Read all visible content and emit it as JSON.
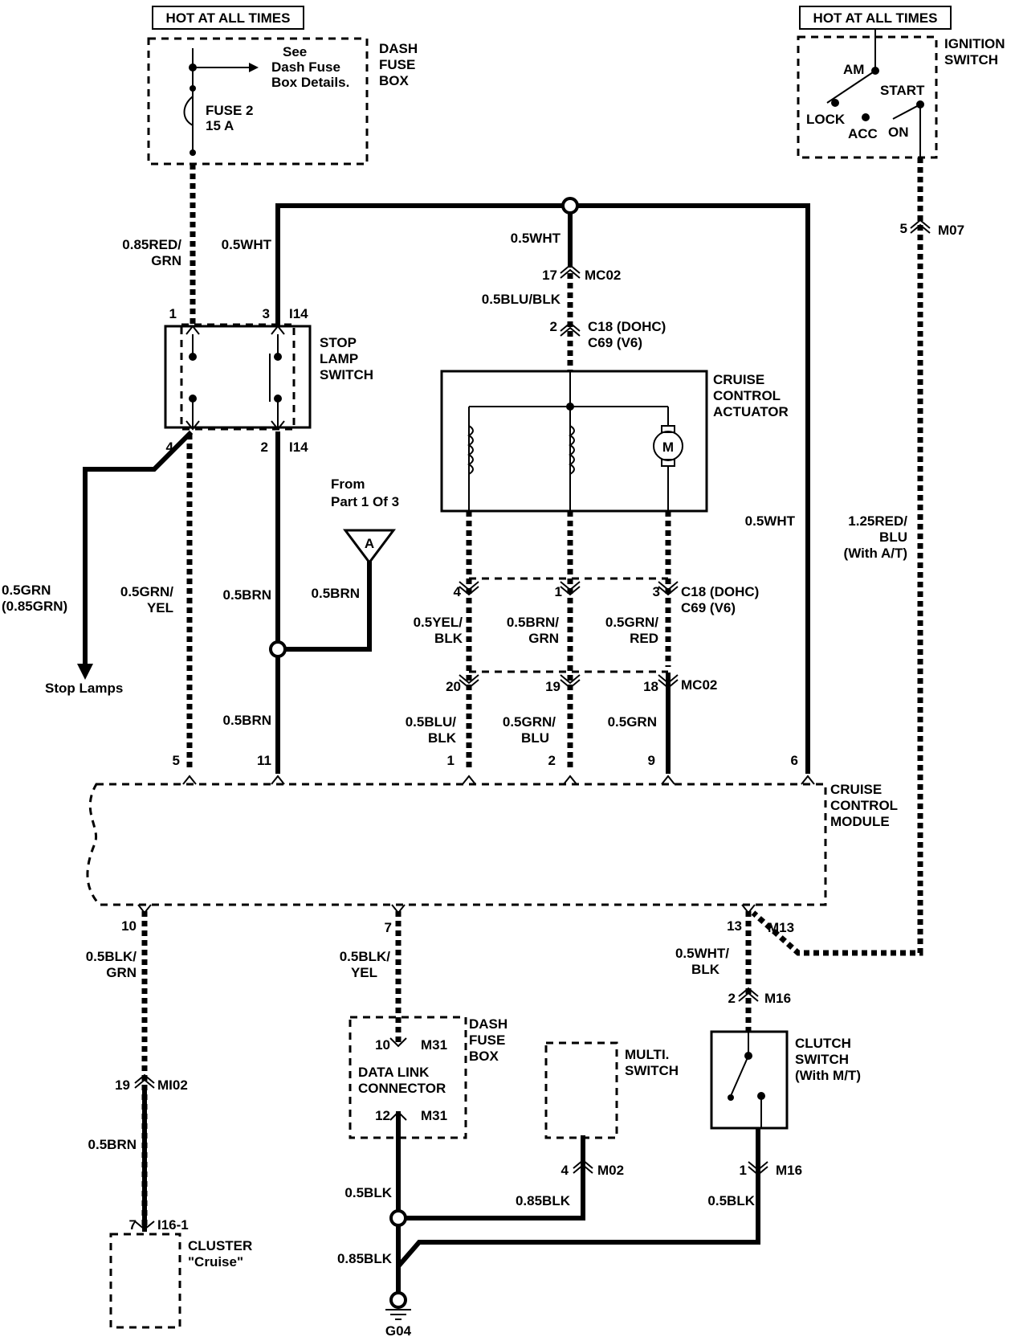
{
  "labels": {
    "hot_left": "HOT AT ALL TIMES",
    "hot_right": "HOT AT ALL TIMES",
    "see1": "See",
    "see2": "Dash Fuse",
    "see3": "Box Details.",
    "fuse_name": "FUSE 2",
    "fuse_amp": "15 A",
    "dashfuse1": "DASH",
    "dashfuse2": "FUSE",
    "dashfuse3": "BOX",
    "ign1": "IGNITION",
    "ign2": "SWITCH",
    "ign_am": "AM",
    "ign_start": "START",
    "ign_lock": "LOCK",
    "ign_acc": "ACC",
    "ign_on": "ON",
    "w_085redgrn1": "0.85RED/",
    "w_085redgrn2": "GRN",
    "w_05wht_a": "0.5WHT",
    "w_05wht_b": "0.5WHT",
    "w_05wht_c": "0.5WHT",
    "pin_1_i14": "1",
    "pin_3_i14": "3",
    "conn_i14_top": "I14",
    "stop1": "STOP",
    "stop2": "LAMP",
    "stop3": "SWITCH",
    "pin_4_i14": "4",
    "pin_2_i14": "2",
    "conn_i14_bot": "I14",
    "pin_17": "17",
    "conn_mc02_top": "MC02",
    "w_05blublk": "0.5BLU/BLK",
    "pin_2_c18": "2",
    "c18_top1": "C18 (DOHC)",
    "c18_top2": "C69 (V6)",
    "act1": "CRUISE",
    "act2": "CONTROL",
    "act3": "ACTUATOR",
    "motor": "M",
    "pin_5_m07": "5",
    "conn_m07": "M07",
    "w_125redblu1": "1.25RED/",
    "w_125redblu2": "BLU",
    "w_125redblu3": "(With A/T)",
    "from1": "From",
    "from2": "Part 1 Of 3",
    "tri_a": "A",
    "w_05grn1": "0.5GRN",
    "w_05grn2": "(0.85GRN)",
    "stop_lamps": "Stop Lamps",
    "w_05grnyel1": "0.5GRN/",
    "w_05grnyel2": "YEL",
    "w_05brn_a": "0.5BRN",
    "w_05brn_b": "0.5BRN",
    "w_05brn_c": "0.5BRN",
    "pin_4": "4",
    "pin_1": "1",
    "pin_3": "3",
    "c18_mid1": "C18 (DOHC)",
    "c18_mid2": "C69 (V6)",
    "w_05yelblk1": "0.5YEL/",
    "w_05yelblk2": "BLK",
    "w_05brngrn1": "0.5BRN/",
    "w_05brngrn2": "GRN",
    "w_05grnred1": "0.5GRN/",
    "w_05grnred2": "RED",
    "pin_20": "20",
    "pin_19": "19",
    "pin_18": "18",
    "conn_mc02_mid": "MC02",
    "w_05blublk_b1": "0.5BLU/",
    "w_05blublk_b2": "BLK",
    "w_05grnblu1": "0.5GRN/",
    "w_05grnblu2": "BLU",
    "w_05grn_b": "0.5GRN",
    "m_pin5": "5",
    "m_pin11": "11",
    "m_pin1": "1",
    "m_pin2": "2",
    "m_pin9": "9",
    "m_pin6": "6",
    "mod1": "CRUISE",
    "mod2": "CONTROL",
    "mod3": "MODULE",
    "m_pin10": "10",
    "m_pin7": "7",
    "m_pin13": "13",
    "conn_m13": "M13",
    "w_05blkgrn1": "0.5BLK/",
    "w_05blkgrn2": "GRN",
    "w_05blkyel1": "0.5BLK/",
    "w_05blkyel2": "YEL",
    "w_05whtblk1": "0.5WHT/",
    "w_05whtblk2": "BLK",
    "pin_2_m16": "2",
    "conn_m16_top": "M16",
    "pin_10_m31": "10",
    "conn_m31_top": "M31",
    "dfb1": "DASH",
    "dfb2": "FUSE",
    "dfb3": "BOX",
    "dlc1": "DATA LINK",
    "dlc2": "CONNECTOR",
    "pin_12_m31": "12",
    "conn_m31_bot": "M31",
    "multi1": "MULTI.",
    "multi2": "SWITCH",
    "clutch1": "CLUTCH",
    "clutch2": "SWITCH",
    "clutch3": "(With M/T)",
    "pin_19_mi02": "19",
    "conn_mi02": "MI02",
    "w_05brn_d": "0.5BRN",
    "pin_4_m02": "4",
    "conn_m02": "M02",
    "pin_1_m16": "1",
    "conn_m16_bot": "M16",
    "w_05blk_a": "0.5BLK",
    "w_085blk_a": "0.85BLK",
    "w_05blk_b": "0.5BLK",
    "w_085blk_b": "0.85BLK",
    "pin_7_i16": "7",
    "conn_i16": "I16-1",
    "cluster1": "CLUSTER",
    "cluster2": "\"Cruise\"",
    "ground": "G04"
  }
}
